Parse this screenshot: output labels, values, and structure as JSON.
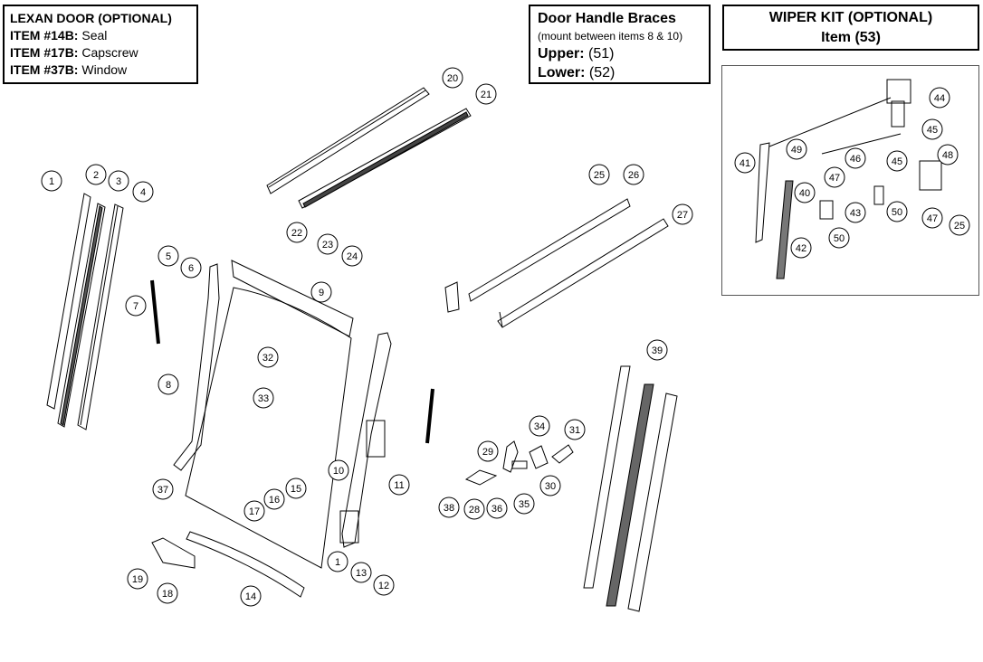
{
  "lexan_box": {
    "title": "LEXAN DOOR (OPTIONAL)",
    "rows": [
      {
        "item": "ITEM #14B:",
        "desc": "Seal"
      },
      {
        "item": "ITEM #17B:",
        "desc": "Capscrew"
      },
      {
        "item": "ITEM #37B:",
        "desc": "Window"
      }
    ]
  },
  "braces_box": {
    "title": "Door Handle Braces",
    "subtitle": "(mount between items 8 & 10)",
    "upper_label": "Upper:",
    "upper_value": "(51)",
    "lower_label": "Lower:",
    "lower_value": "(52)"
  },
  "wiper_box": {
    "line1": "WIPER KIT (OPTIONAL)",
    "line2": "Item (53)"
  },
  "callouts": [
    "1",
    "2",
    "3",
    "4",
    "5",
    "6",
    "7",
    "8",
    "9",
    "20",
    "21",
    "22",
    "23",
    "24",
    "25",
    "26",
    "27",
    "32",
    "33",
    "10",
    "11",
    "37",
    "17",
    "16",
    "15",
    "19",
    "18",
    "14",
    "13",
    "12",
    "1",
    "29",
    "34",
    "31",
    "38",
    "28",
    "36",
    "35",
    "30",
    "39",
    "44",
    "45",
    "41",
    "49",
    "46",
    "47",
    "45",
    "48",
    "40",
    "43",
    "50",
    "50",
    "42",
    "47",
    "25"
  ]
}
